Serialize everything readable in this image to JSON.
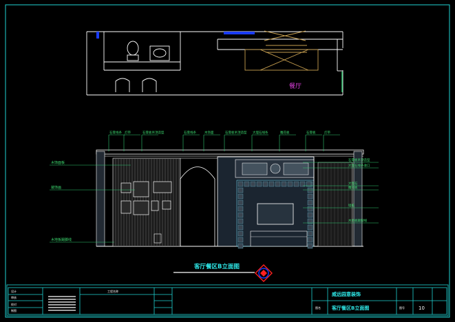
{
  "drawing": {
    "view_title": "客厅餐区B立面图",
    "project_name": "威远园意装饰",
    "sheet_title": "客厅餐区B立面图",
    "sheet_number": "10"
  },
  "colors": {
    "background": "#000000",
    "frame": "#1fd3d3",
    "outline": "#ffffff",
    "leader": "#2ecc71",
    "annotation": "#3cd96f",
    "title_text": "#2ee6e6",
    "accent_magenta": "#e040e0",
    "accent_blue": "#1a3cff",
    "accent_red": "#ff2020",
    "wood": "#c8a050",
    "dim_fill": "#222a33"
  },
  "plan_label": "餐厅",
  "callouts": {
    "left": [
      "木饰面板",
      "装饰画",
      "木地板踢脚线"
    ],
    "top": [
      "石膏线条",
      "灯带",
      "石膏板吊顶造型",
      "石膏线条",
      "木饰面",
      "石膏板吊顶造型",
      "大理石线条",
      "雕花板",
      "石膏板",
      "灯带"
    ],
    "right": [
      "石膏板吊顶造型",
      "大理石线条收口",
      "大理石",
      "雕花板",
      "墙纸",
      "木地板踢脚线"
    ]
  },
  "title_block": {
    "left_labels": [
      "设计",
      "审核",
      "校对",
      "制图"
    ],
    "mid_label": "工程名称",
    "right_labels": [
      "图名",
      "图号"
    ]
  }
}
